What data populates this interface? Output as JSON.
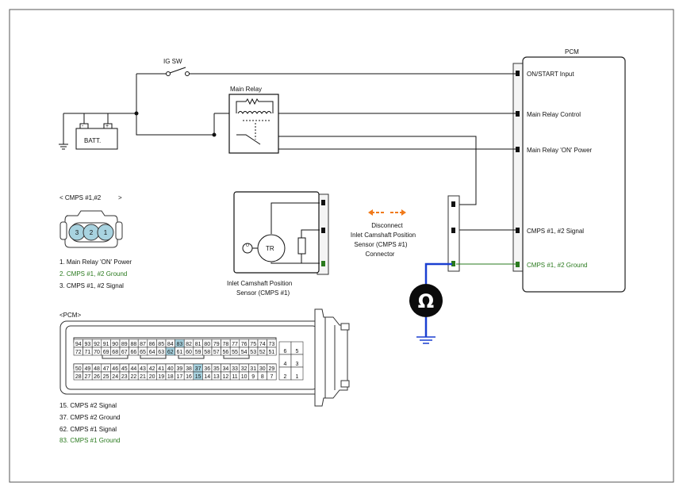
{
  "pcm": {
    "title": "PCM",
    "pins": [
      {
        "label": "ON/START Input"
      },
      {
        "label": "Main Relay Control"
      },
      {
        "label": "Main Relay 'ON' Power"
      },
      {
        "label": "CMPS #1, #2 Signal"
      },
      {
        "label": "CMPS #1, #2 Ground"
      }
    ]
  },
  "switch": {
    "label": "IG SW"
  },
  "relay": {
    "label": "Main Relay"
  },
  "battery": {
    "label": "BATT.",
    "plus": "+",
    "minus": "-"
  },
  "sensor": {
    "label_line1": "Inlet Camshaft Position",
    "label_line2": "Sensor (CMPS #1)",
    "tr_label": "TR"
  },
  "disconnect": {
    "lines": [
      "Disconnect",
      "Inlet Camshaft Position",
      "Sensor (CMPS #1)",
      "Connector"
    ]
  },
  "meter": {
    "symbol": "Ω",
    "color": "#1a3fd1"
  },
  "cmps_connector": {
    "title": "< CMPS #1,#2",
    "title_end": ">",
    "pins": [
      "3",
      "2",
      "1"
    ],
    "legend": [
      {
        "text": "1.   Main Relay 'ON' Power",
        "color": "#111111"
      },
      {
        "text": "2. CMPS #1, #2 Ground",
        "color": "#2a7a1e"
      },
      {
        "text": "3. CMPS #1, #2 Signal",
        "color": "#111111"
      }
    ]
  },
  "pcm_connector": {
    "title": "<PCM>",
    "row1": [
      "94",
      "93",
      "92",
      "91",
      "90",
      "89",
      "88",
      "87",
      "86",
      "85",
      "84",
      "83",
      "82",
      "81",
      "80",
      "79",
      "78",
      "77",
      "76",
      "75",
      "74",
      "73"
    ],
    "row2": [
      "72",
      "71",
      "70",
      "69",
      "68",
      "67",
      "66",
      "65",
      "64",
      "63",
      "62",
      "61",
      "60",
      "59",
      "58",
      "57",
      "56",
      "55",
      "54",
      "53",
      "52",
      "51"
    ],
    "row3": [
      "50",
      "49",
      "48",
      "47",
      "46",
      "45",
      "44",
      "43",
      "42",
      "41",
      "40",
      "39",
      "38",
      "37",
      "36",
      "35",
      "34",
      "33",
      "32",
      "31",
      "30",
      "29"
    ],
    "row4": [
      "28",
      "27",
      "26",
      "25",
      "24",
      "23",
      "22",
      "21",
      "20",
      "19",
      "18",
      "17",
      "16",
      "15",
      "14",
      "13",
      "12",
      "11",
      "10",
      "9",
      "8",
      "7"
    ],
    "side": [
      "6",
      "5",
      "4",
      "3",
      "2",
      "1"
    ],
    "highlight": [
      "83",
      "62",
      "37",
      "15"
    ],
    "legend": [
      {
        "text": "15. CMPS #2 Signal",
        "color": "#111111"
      },
      {
        "text": "37. CMPS #2 Ground",
        "color": "#111111"
      },
      {
        "text": "62. CMPS #1 Signal",
        "color": "#111111"
      },
      {
        "text": "83. CMPS #1 Ground",
        "color": "#2a7a1e"
      }
    ]
  },
  "colors": {
    "highlight_pin": "#a8d3e0",
    "ground_wire": "#1a3fd1",
    "arrow": "#f07a1a"
  }
}
